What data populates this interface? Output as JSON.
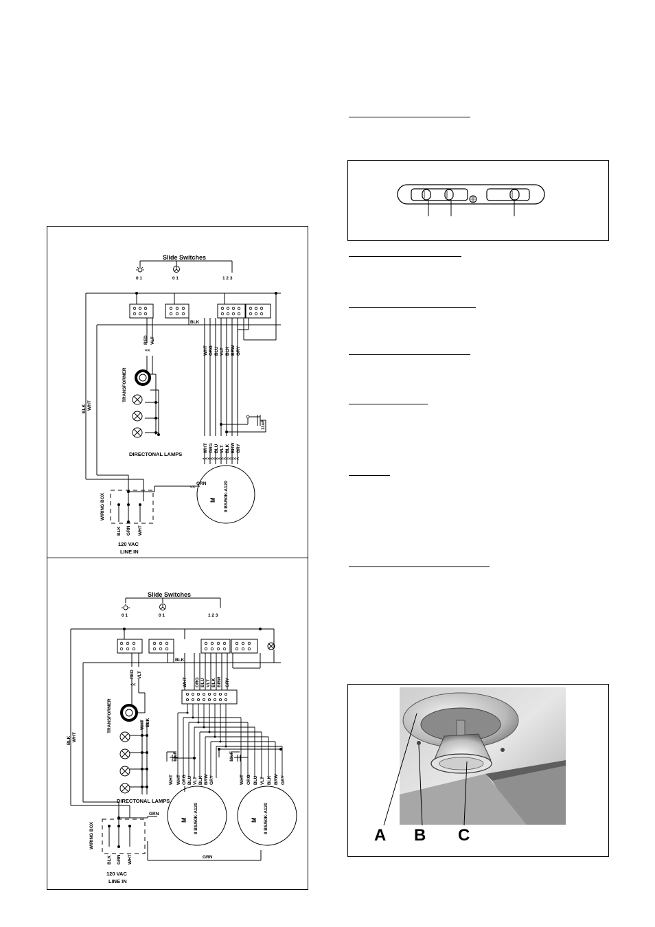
{
  "diagram1": {
    "title": "Slide Switches",
    "switch_light_pos": "0 1",
    "switch_fan_pos": "0 1",
    "switch_speed_pos": "1 2 3",
    "blk": "BLK",
    "red": "RED",
    "vlt": "VLT",
    "transformer": "TRANSFORMER",
    "side_blk": "BLK",
    "side_wht": "WHT",
    "lamps": "DIRECTONAL LAMPS",
    "wires": [
      "WHT",
      "ORG",
      "BLU",
      "VLT",
      "BLK",
      "BRW",
      "GRY"
    ],
    "wires_bottom": [
      "WHT",
      "ORG",
      "BLU",
      "VLT",
      "BLK",
      "BRW",
      "GRY"
    ],
    "cap": "11uF",
    "grn": "GRN",
    "wiring_box": "WIRING BOX",
    "line_wires": [
      "BLK",
      "GRN",
      "WHT"
    ],
    "vac": "120 VAC",
    "line_in": "LINE IN",
    "motor_m": "M",
    "motor_label": "8 BS/50K-A120"
  },
  "diagram2": {
    "title": "Slide Switches",
    "switch_light_pos": "0 1",
    "switch_fan_pos": "0 1",
    "switch_speed_pos": "1 2 3",
    "blk": "BLK",
    "red": "RED",
    "vlt": "VLT",
    "transformer": "TRANSFORMER",
    "lamp_wht": "WHT",
    "lamp_blk": "BLK",
    "side_blk": "BLK",
    "side_wht": "WHT",
    "lamps": "DIRECTONAL LAMPS",
    "wires": [
      "WHT",
      "ORG",
      "BLU",
      "VLT",
      "BLK",
      "BRW",
      "GRY"
    ],
    "motor1_wires": [
      "WHT",
      "WHT",
      "ORG",
      "BLU",
      "VLT",
      "BLK",
      "BRW",
      "GRY"
    ],
    "motor2_wires": [
      "WHT",
      "ORG",
      "BLU",
      "VLT",
      "BLK",
      "BRW",
      "GRY"
    ],
    "cap1": "11uF",
    "cap2": "11uF",
    "grn": "GRN",
    "grn_bottom": "GRN",
    "wiring_box": "WIRING BOX",
    "line_wires": [
      "BLK",
      "GRN",
      "WHT"
    ],
    "vac": "120 VAC",
    "line_in": "LINE IN",
    "motor1_m": "M",
    "motor1_label": "8 BS/50K-A120",
    "motor2_m": "M",
    "motor2_label": "8 BS/50K-A120"
  },
  "photo": {
    "label_a": "A",
    "label_b": "B",
    "label_c": "C"
  }
}
